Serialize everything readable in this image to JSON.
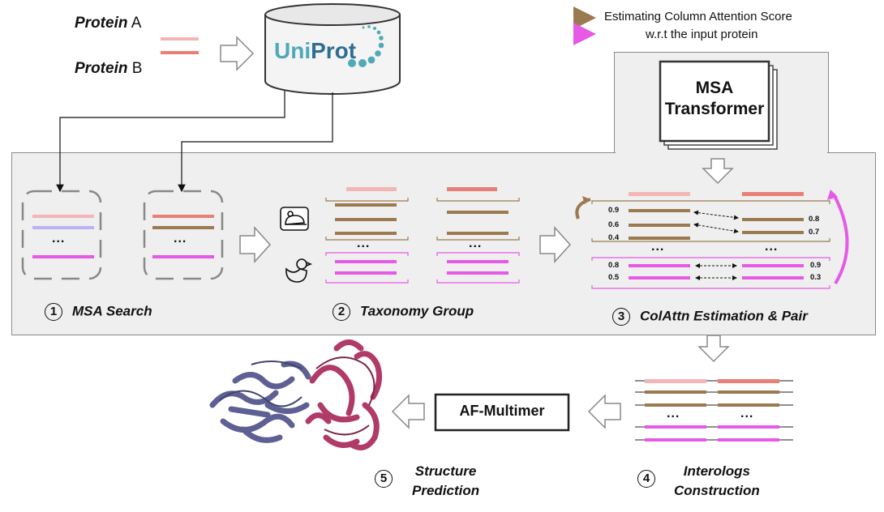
{
  "inputs": {
    "protein_a_word": "Protein",
    "protein_a_letter": "A",
    "protein_b_word": "Protein",
    "protein_b_letter": "B"
  },
  "database": {
    "logo_uni": "Uni",
    "logo_prot": "Prot"
  },
  "legend": {
    "brown_label": "Estimating Column Attention Score",
    "magenta_label": "w.r.t the input protein"
  },
  "msa_transformer": {
    "line1": "MSA",
    "line2": "Transformer"
  },
  "ellipsis": "...",
  "colattn": {
    "scores_left_brown": [
      "0.9",
      "0.6",
      "0.4"
    ],
    "scores_right_brown": [
      "0.8",
      "0.7"
    ],
    "scores_left_magenta": [
      "0.8",
      "0.5"
    ],
    "scores_right_magenta": [
      "0.9",
      "0.3"
    ]
  },
  "steps": {
    "s1": {
      "num": "1",
      "label": "MSA Search"
    },
    "s2": {
      "num": "2",
      "label": "Taxonomy Group"
    },
    "s3": {
      "num": "3",
      "label": "ColAttn Estimation & Pair"
    },
    "s4": {
      "num": "4",
      "line1": "Interologs",
      "line2": "Construction"
    },
    "s5": {
      "num": "5",
      "line1": "Structure",
      "line2": "Prediction"
    }
  },
  "af_multimer": "AF-Multimer",
  "colors": {
    "pink_light": "#f4b6b4",
    "pink_red": "#e98078",
    "lavender": "#b9b3f4",
    "brown": "#9a7a4e",
    "magenta": "#e65ae6",
    "panel_bg": "#f0f0f0",
    "panel_border": "#8a8a8a"
  }
}
